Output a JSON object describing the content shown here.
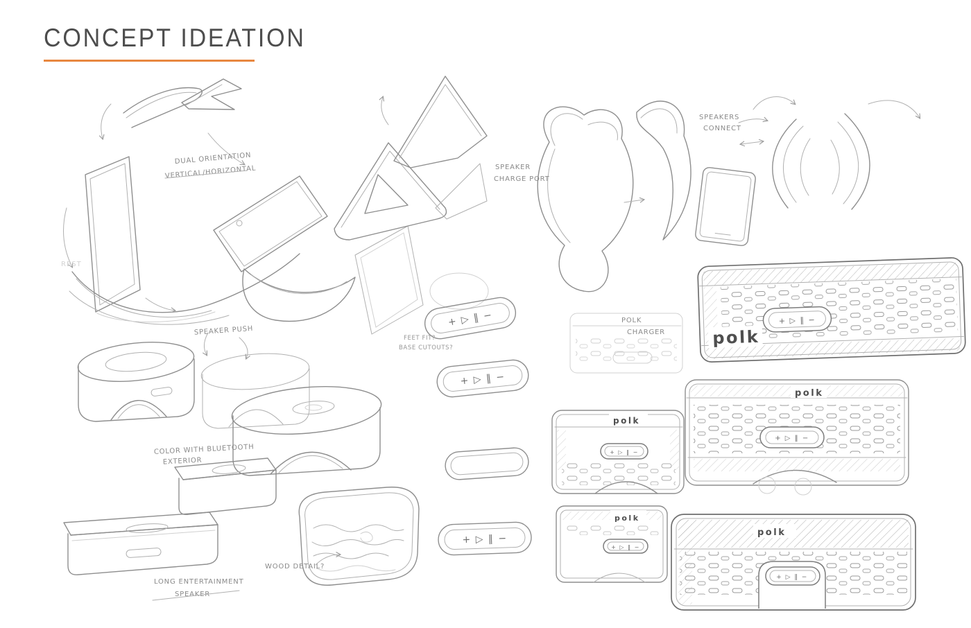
{
  "page": {
    "title": "CONCEPT IDEATION"
  },
  "brand": {
    "logo": "polk"
  },
  "controls": {
    "row": "+  ▷ ‖  −"
  },
  "annotations": {
    "rest": "REST",
    "dual_orientation_l1": "DUAL ORIENTATION",
    "dual_orientation_l2": "VERTICAL/HORIZONTAL",
    "speaker_charge_l1": "SPEAKER",
    "speaker_charge_l2": "CHARGE PORT",
    "speakers_connect_l1": "SPEAKERS",
    "speakers_connect_l2": "CONNECT",
    "speaker_push": "SPEAKER PUSH",
    "feet_fit_l1": "FEET FIT?",
    "feet_fit_l2": "BASE CUTOUTS?",
    "polk_charger_l1": "POLK",
    "polk_charger_l2": "CHARGER",
    "color_bluetooth_l1": "COLOR WITH BLUETOOTH",
    "color_bluetooth_l2": "EXTERIOR",
    "wood_detail": "WOOD DETAIL?",
    "long_speaker_l1": "LONG ENTERTAINMENT",
    "long_speaker_l2": "SPEAKER"
  }
}
